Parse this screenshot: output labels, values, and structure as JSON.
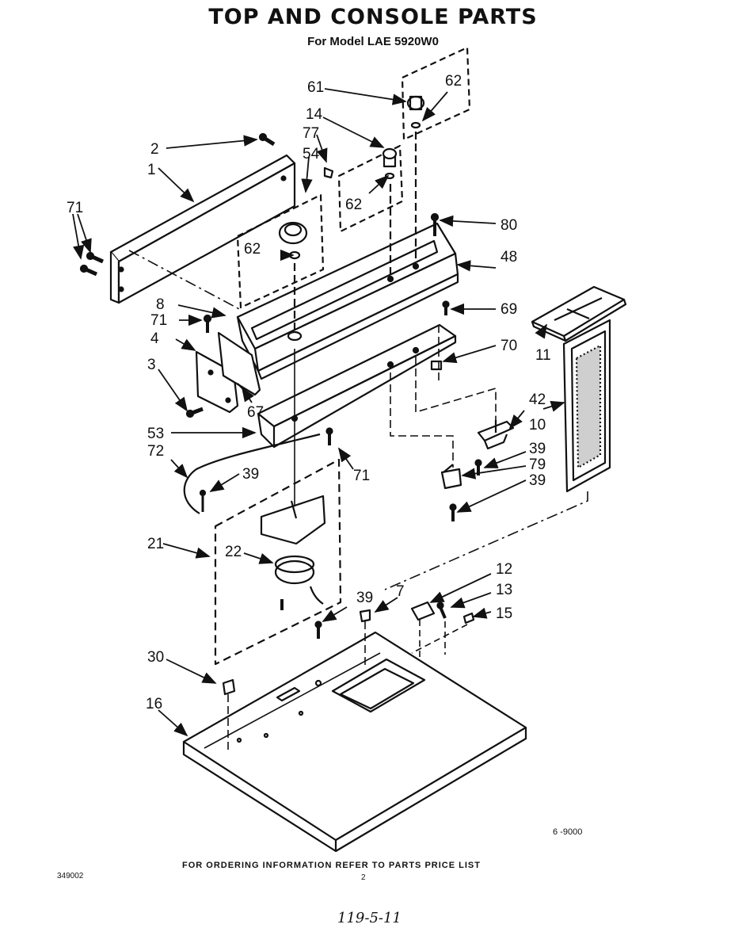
{
  "header": {
    "title": "TOP AND CONSOLE PARTS",
    "subtitle": "For Model LAE 5920W0"
  },
  "footer": {
    "ordering_info": "FOR ORDERING INFORMATION REFER TO PARTS PRICE LIST",
    "left_code": "349002",
    "page_number": "2",
    "diagram_code": "6 -9000",
    "handwritten_note": "119-5-11"
  },
  "parts": [
    {
      "id": "p1",
      "number": "1"
    },
    {
      "id": "p2",
      "number": "2"
    },
    {
      "id": "p3",
      "number": "3"
    },
    {
      "id": "p4",
      "number": "4"
    },
    {
      "id": "p7",
      "number": "7"
    },
    {
      "id": "p8",
      "number": "8"
    },
    {
      "id": "p10",
      "number": "10"
    },
    {
      "id": "p11",
      "number": "11"
    },
    {
      "id": "p12",
      "number": "12"
    },
    {
      "id": "p13",
      "number": "13"
    },
    {
      "id": "p14",
      "number": "14"
    },
    {
      "id": "p15",
      "number": "15"
    },
    {
      "id": "p16",
      "number": "16"
    },
    {
      "id": "p21",
      "number": "21"
    },
    {
      "id": "p22",
      "number": "22"
    },
    {
      "id": "p30",
      "number": "30"
    },
    {
      "id": "p39",
      "number": "39"
    },
    {
      "id": "p42",
      "number": "42"
    },
    {
      "id": "p48",
      "number": "48"
    },
    {
      "id": "p53",
      "number": "53"
    },
    {
      "id": "p54",
      "number": "54"
    },
    {
      "id": "p61",
      "number": "61"
    },
    {
      "id": "p62",
      "number": "62"
    },
    {
      "id": "p67",
      "number": "67"
    },
    {
      "id": "p69",
      "number": "69"
    },
    {
      "id": "p70",
      "number": "70"
    },
    {
      "id": "p71",
      "number": "71"
    },
    {
      "id": "p72",
      "number": "72"
    },
    {
      "id": "p77",
      "number": "77"
    },
    {
      "id": "p79",
      "number": "79"
    },
    {
      "id": "p80",
      "number": "80"
    }
  ]
}
